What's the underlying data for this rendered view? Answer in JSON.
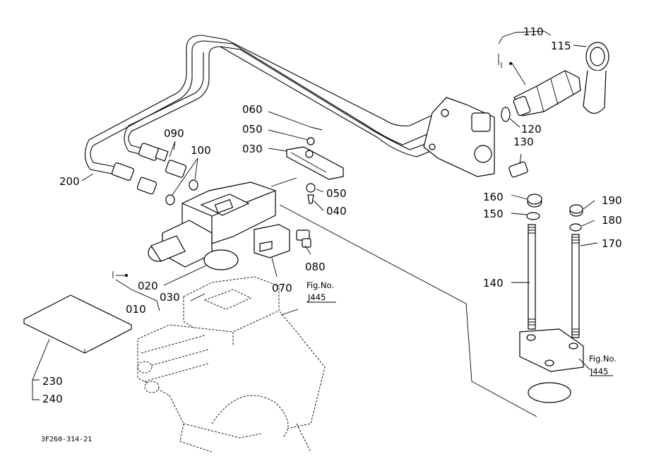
{
  "labels": {
    "p010": "010",
    "p020": "020",
    "p030a": "030",
    "p030b": "030",
    "p040": "040",
    "p050a": "050",
    "p050b": "050",
    "p060": "060",
    "p070": "070",
    "p080": "080",
    "p090": "090",
    "p100": "100",
    "p110": "110",
    "p115": "115",
    "p120": "120",
    "p130": "130",
    "p140": "140",
    "p150": "150",
    "p160": "160",
    "p170": "170",
    "p180": "180",
    "p190": "190",
    "p200": "200",
    "p230": "230",
    "p240": "240"
  },
  "references": {
    "fig_a_line1": "Fig.No.",
    "fig_a_line2": "J445",
    "fig_b_line1": "Fig.No.",
    "fig_b_line2": "J445"
  },
  "drawing_code": "3F260-314-21"
}
